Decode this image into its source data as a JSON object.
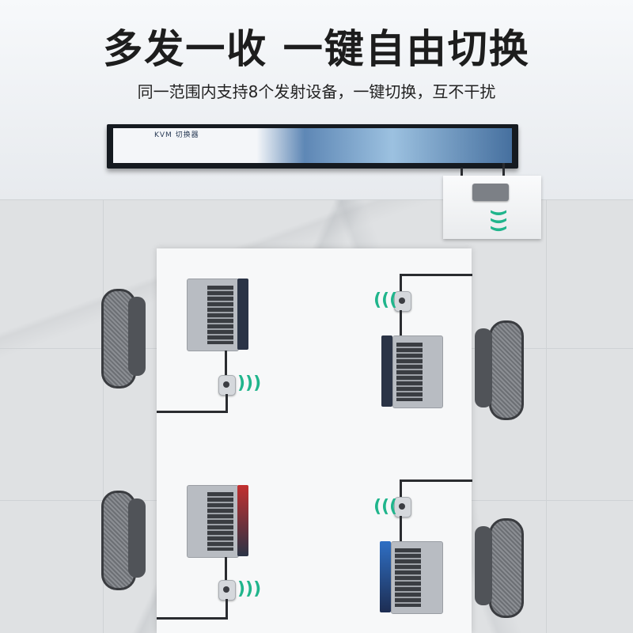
{
  "headline": "多发一收 一键自由切换",
  "subline": "同一范围内支持8个发射设备，一键切换，互不干扰",
  "monitor": {
    "screen_text": "KVM 切换器"
  },
  "icons": {
    "wifi": "wifi-signal-icon",
    "receiver": "receiver-device-icon",
    "transmitter": "transmitter-dongle-icon"
  },
  "colors": {
    "wifi": "#20b58c",
    "headline": "#1d1d1d",
    "table": "#f7f8f9"
  }
}
